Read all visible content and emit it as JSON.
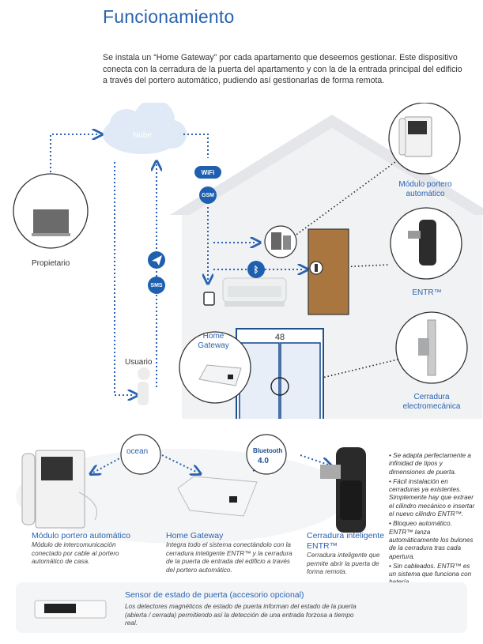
{
  "header": {
    "title": "Funcionamiento",
    "intro": "Se instala un “Home Gateway” por cada apartamento que deseemos gestionar. Este dispositivo conecta con la cerradura de la puerta del apartamento y con la de la entrada principal del edificio a través del portero automático, pudiendo así gestionarlas de forma remota."
  },
  "diagram": {
    "cloud_label": "Nube",
    "wifi_label": "WiFi",
    "gsm_label": "GSM",
    "sms_label": "SMS",
    "owner_label": "Propietario",
    "user_label": "Usuario",
    "home_gateway_label": "Home Gateway",
    "door_number": "48",
    "modulo_label": "Módulo portero automático",
    "entr_label": "ENTR™",
    "cerradura_label": "Cerradura electromecánica",
    "colors": {
      "accent": "#2a62b0",
      "door": "#a9763f",
      "house": "#e4e6ea"
    }
  },
  "components": {
    "ocean_label": "ocean",
    "bluetooth_label": "Bluetooth",
    "bluetooth_version": "4.0",
    "items": [
      {
        "title": "Módulo portero automático",
        "text": "Módulo de intercomunicación conectado por cable al portero automático de casa."
      },
      {
        "title": "Home Gateway",
        "text": "Integra todo el sistema conectándolo con la cerradura inteligente ENTR™ y la cerradura de la puerta de entrada del edificio a través del portero automático."
      },
      {
        "title": "Cerradura inteligente ENTR™",
        "text": "Cerradura inteligente que permite abrir la puerta de forma remota."
      }
    ],
    "bullets": [
      "• Se adapta perfectamente a infinidad de tipos y dimensiones de puerta.",
      "• Fácil instalación en cerraduras ya existentes. Simplemente hay que extraer el cilindro mecánico e insertar el nuevo cilindro ENTR™.",
      "• Bloqueo automático. ENTR™ lanza automáticamente los bulones de la cerradura tras cada apertura.",
      "• Sin cableados. ENTR™ es un sistema que funciona con batería."
    ]
  },
  "sensor": {
    "title": "Sensor de estado de puerta (accesorio opcional)",
    "text": "Los detectores magnéticos de estado de puerta informan del estado de la puerta (abierta / cerrada) permitiendo así la detección de una entrada forzosa a tiempo real."
  }
}
